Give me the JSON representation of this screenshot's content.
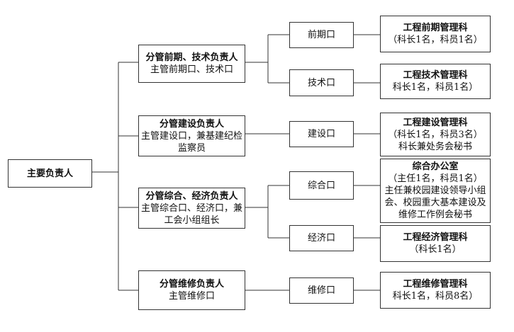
{
  "chief": {
    "title": "主要负责人"
  },
  "branches": [
    {
      "title": "分管前期、技术负责人",
      "desc": [
        "主管前期口、技术口"
      ],
      "offices": [
        {
          "name": "前期口",
          "dept": {
            "title": "工程前期管理科",
            "lines": [
              "（科长1名，科员1名）"
            ]
          }
        },
        {
          "name": "技术口",
          "dept": {
            "title": "工程技术管理科",
            "lines": [
              "科长1名，科员1名）"
            ]
          }
        }
      ]
    },
    {
      "title": "分管建设负责人",
      "desc": [
        "主管建设口，兼基建纪检",
        "监察员"
      ],
      "offices": [
        {
          "name": "建设口",
          "dept": {
            "title": "工程建设管理科",
            "lines": [
              "（科长1名，科员3名）",
              "科长兼处务会秘书"
            ]
          }
        }
      ]
    },
    {
      "title": "分管综合、经济负责人",
      "desc": [
        "主管综合口、经济口，兼",
        "工会小组组长"
      ],
      "offices": [
        {
          "name": "综合口",
          "dept": {
            "title": "综合办公室",
            "lines": [
              "（主任1名，科员1名）",
              "主任兼校园建设领导小组会、校园重大基本建设及维修工作例会秘书"
            ]
          }
        },
        {
          "name": "经济口",
          "dept": {
            "title": "工程经济管理科",
            "lines": [
              "（科长1名）"
            ]
          }
        }
      ]
    },
    {
      "title": "分管维修负责人",
      "desc": [
        "主管维修口"
      ],
      "offices": [
        {
          "name": "维修口",
          "dept": {
            "title": "工程维修管理科",
            "lines": [
              "科长1名，科员8名）"
            ]
          }
        }
      ]
    }
  ]
}
